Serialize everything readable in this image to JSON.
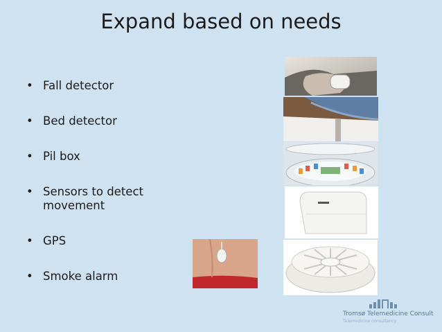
{
  "slide": {
    "title": "Expand based on needs",
    "bullets": [
      "Fall detector",
      "Bed detector",
      "Pil box",
      "Sensors to detect movement",
      "GPS",
      "Smoke alarm"
    ]
  },
  "logo": {
    "name": "Tromsø Telemedicine Consult",
    "tagline": "Telemedicine consultancy"
  },
  "colors": {
    "background": "#cfe2f2",
    "text": "#1a1a1a",
    "logo": "#5a7595"
  },
  "images": [
    "fall-detector-photo",
    "bed-detector-photo",
    "pill-box-photo",
    "motion-sensor-photo",
    "gps-tracker-photo",
    "smoke-alarm-photo"
  ]
}
